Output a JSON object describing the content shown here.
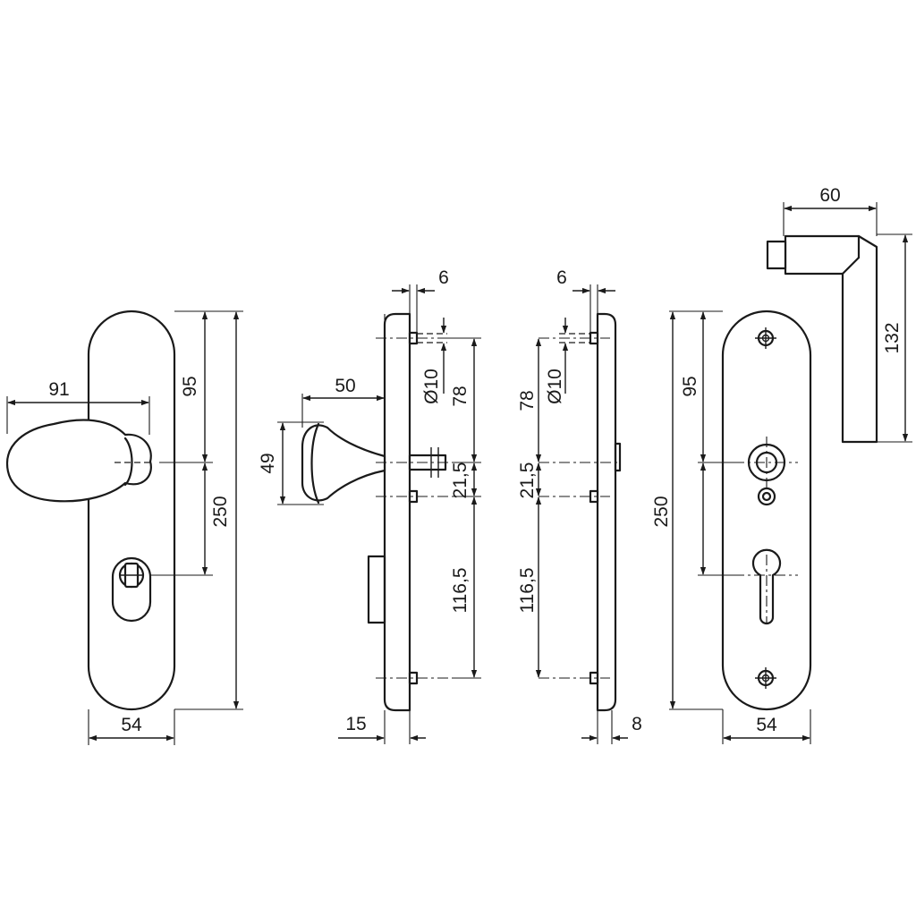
{
  "dimensions": {
    "left_handle_projection": "91",
    "left_upper_spacing": "95",
    "left_plate_height": "250",
    "left_plate_width": "54",
    "knob_projection": "50",
    "knob_diameter": "49",
    "outer_plate_thickness": "6",
    "outer_bolt_diameter": "Ø10",
    "outer_upper_spacing": "78",
    "outer_mid_spacing": "21,5",
    "outer_lower_spacing": "116,5",
    "outer_rose_thickness": "15",
    "inner_plate_thickness": "6",
    "inner_bolt_diameter": "Ø10",
    "inner_upper_spacing": "78",
    "inner_mid_spacing": "21,5",
    "inner_lower_spacing": "116,5",
    "inner_rose_thickness": "8",
    "right_upper_spacing": "95",
    "right_plate_height": "250",
    "right_plate_width": "54",
    "lever_projection": "60",
    "lever_height": "132"
  }
}
